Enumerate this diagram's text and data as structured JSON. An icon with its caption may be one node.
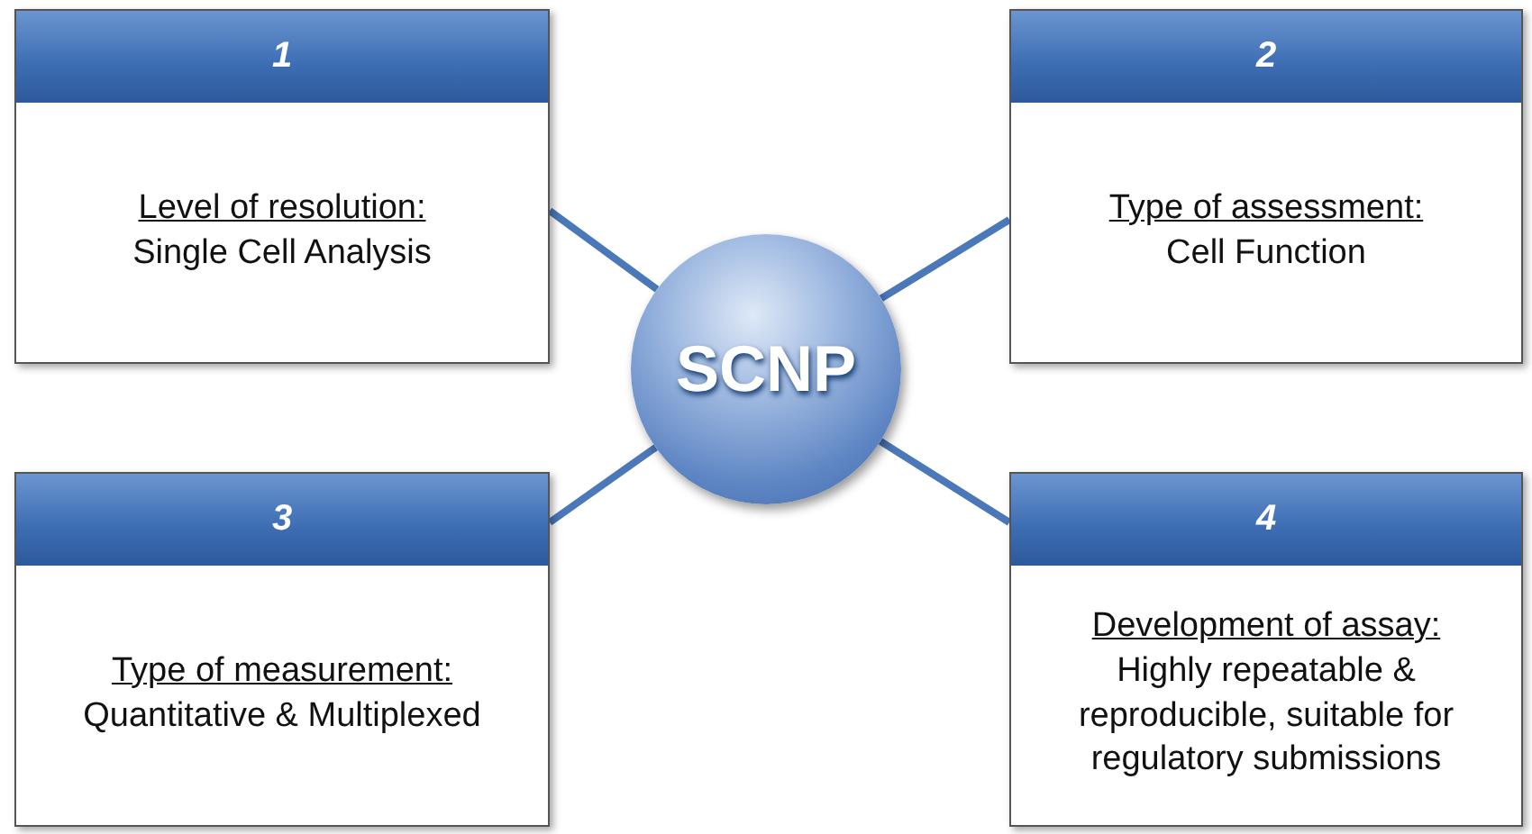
{
  "diagram": {
    "nodes": [
      {
        "text": [
          "1",
          "Level of resolution:",
          "Single Cell Analysis"
        ]
      },
      {
        "text": [
          "2",
          "Type of assessment:",
          "Cell Function"
        ]
      },
      {
        "text": [
          "SCNP"
        ]
      },
      {
        "text": [
          "3",
          "Type of measurement:",
          "Quantitative & Multiplexed"
        ]
      },
      {
        "text": [
          "4",
          "Development of assay:",
          "Highly repeatable & reproducible, suitable for regulatory submissions"
        ]
      }
    ],
    "edges": [
      {
        "from": 0,
        "to": 2,
        "arrow": "none"
      },
      {
        "from": 1,
        "to": 2,
        "arrow": "none"
      },
      {
        "from": 3,
        "to": 2,
        "arrow": "none"
      },
      {
        "from": 4,
        "to": 2,
        "arrow": "none"
      }
    ]
  }
}
